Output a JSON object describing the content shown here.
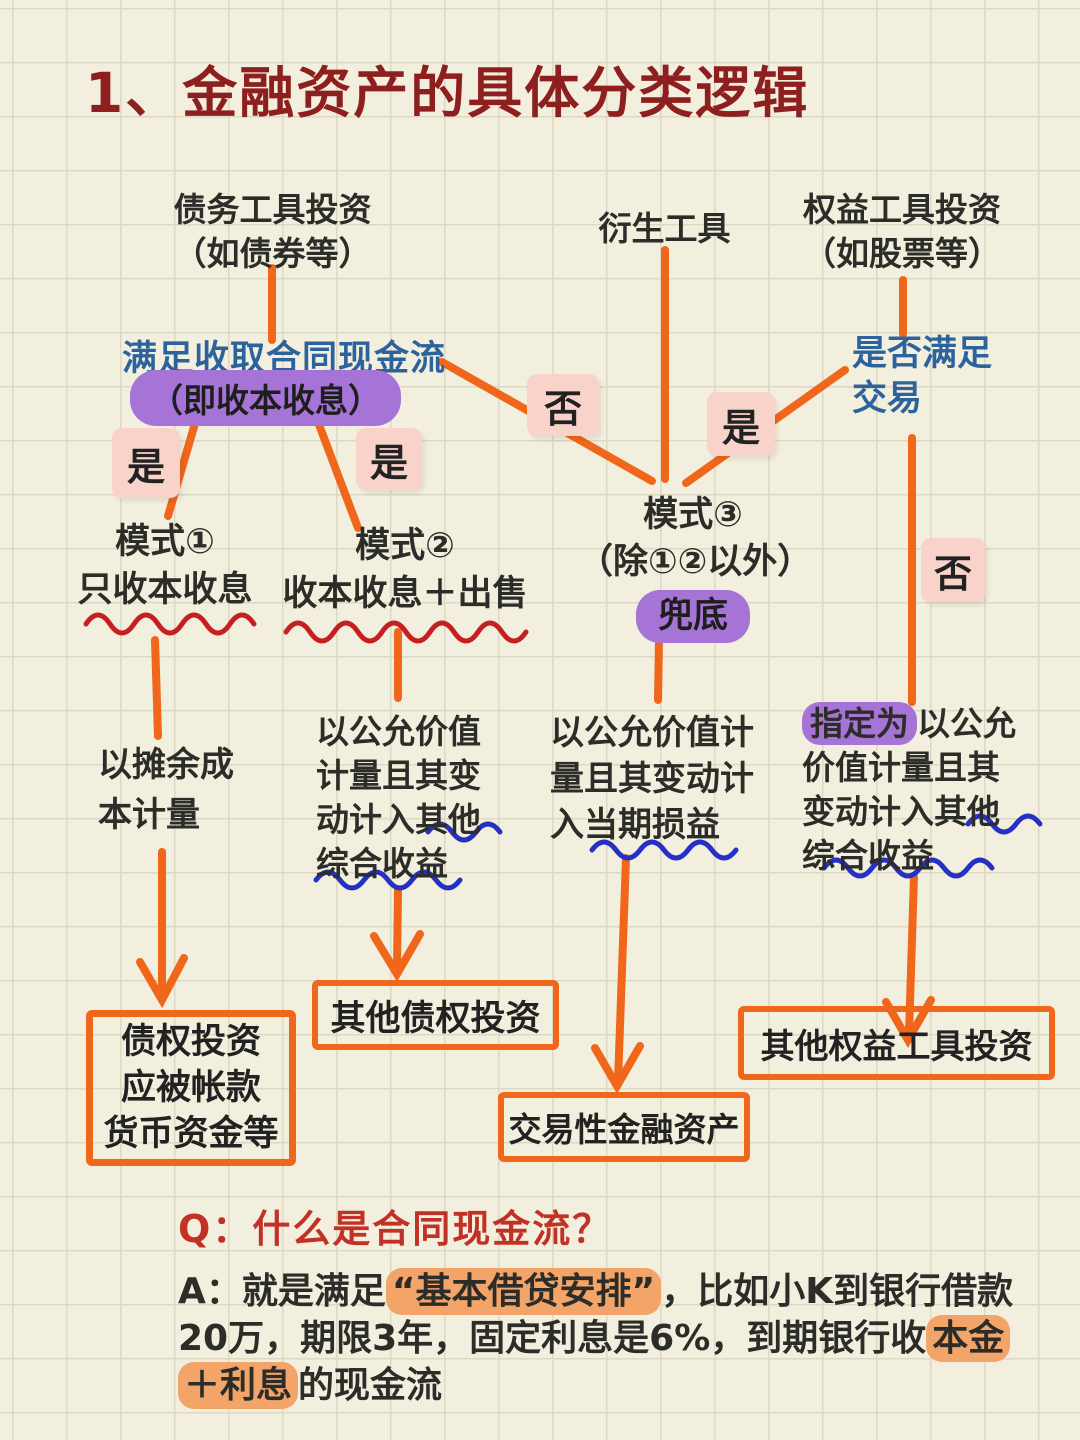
{
  "title": "1、金融资产的具体分类逻辑",
  "colors": {
    "background": "#f2efde",
    "grid": "#ddd8c3",
    "title_red": "#8e1f1f",
    "ink": "#2c2c28",
    "flow_orange": "#f0671c",
    "branch_pink": "#f9d3ca",
    "highlight_purple": "#a673d6",
    "condition_blue": "#2d639c",
    "underline_red": "#c42020",
    "underline_blue": "#2531c4",
    "highlight_orange": "#f3a469",
    "question_red": "#c23126"
  },
  "top_nodes": {
    "debt": [
      "债务工具投资",
      "（如债券等）"
    ],
    "derivative": "衍生工具",
    "equity": [
      "权益工具投资",
      "（如股票等）"
    ]
  },
  "conditions": {
    "cashflow": "满足收取合同现金流",
    "cashflow_note": "（即收本收息）",
    "trade": [
      "是否满足",
      "交易"
    ]
  },
  "branch_labels": {
    "yes1": "是",
    "yes2": "是",
    "no1": "否",
    "yes3": "是",
    "no2": "否"
  },
  "modes": {
    "m1": [
      "模式①",
      "只收本收息"
    ],
    "m2": [
      "模式②",
      "收本收息＋出售"
    ],
    "m3": [
      "模式③",
      "（除①②以外）"
    ],
    "m3_tag": "兜底"
  },
  "measurements": {
    "amortized": [
      "以摊余成",
      "本计量"
    ],
    "fvoci": [
      "以公允价值",
      "计量且其变",
      "动计入其他",
      "综合收益"
    ],
    "fvtpl": [
      "以公允价值计",
      "量且其变动计",
      "入当期损益"
    ],
    "designated_hl": "指定为",
    "designated": [
      "以公允",
      "价值计量且其",
      "变动计入其他",
      "综合收益"
    ]
  },
  "results": {
    "debt_investment": [
      "债权投资",
      "应被帐款",
      "货币资金等"
    ],
    "other_debt": "其他债权投资",
    "trading": "交易性金融资产",
    "other_equity": "其他权益工具投资"
  },
  "qa": {
    "question": "Q：什么是合同现金流？",
    "answer_prefix": "A：就是满足",
    "answer_hl1": "“基本借贷安排”",
    "answer_line1_rest": "，比如小K到银行借款",
    "answer_line2": "20万，期限3年，固定利息是6%，到期银行收",
    "answer_hl2": "本金",
    "answer_hl3": "＋利息",
    "answer_line3_rest": "的现金流"
  }
}
